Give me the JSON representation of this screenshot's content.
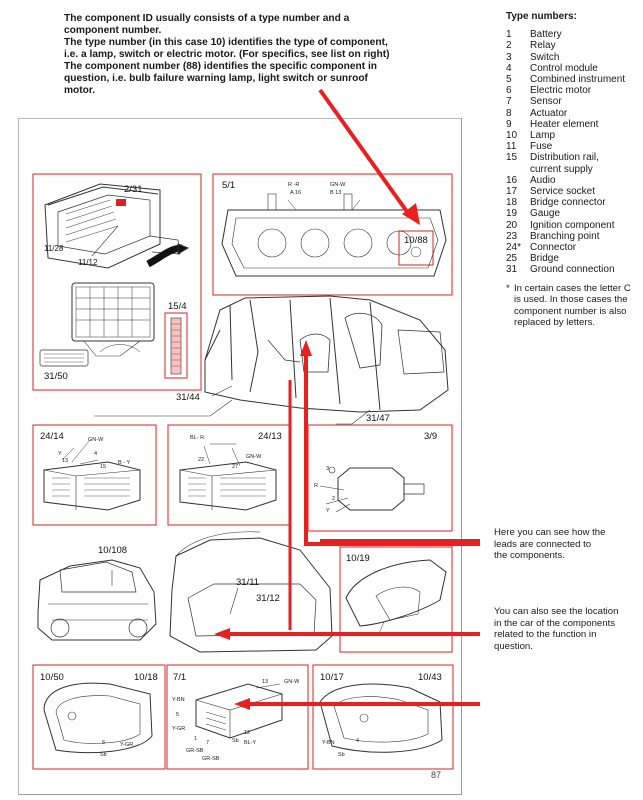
{
  "intro": [
    "The component ID usually consists of a type number and a component number.",
    "The type number (in this case 10) identifies the type of component,",
    "i.e. a lamp, switch or electric motor. (For specifics, see list on right)",
    "The component number (88) identifies the specific component in",
    "question, i.e. bulb failure warning lamp, light switch or sunroof motor."
  ],
  "type_numbers": {
    "title": "Type numbers:",
    "items": [
      {
        "num": "1",
        "label": "Battery"
      },
      {
        "num": "2",
        "label": "Relay"
      },
      {
        "num": "3",
        "label": "Switch"
      },
      {
        "num": "4",
        "label": "Control module"
      },
      {
        "num": "5",
        "label": "Combined instrument"
      },
      {
        "num": "6",
        "label": "Electric motor"
      },
      {
        "num": "7",
        "label": "Sensor"
      },
      {
        "num": "8",
        "label": "Actuator"
      },
      {
        "num": "9",
        "label": "Heater element"
      },
      {
        "num": "10",
        "label": "Lamp"
      },
      {
        "num": "11",
        "label": "Fuse"
      },
      {
        "num": "15",
        "label": "Distribution rail,"
      },
      {
        "num": "",
        "label": "current supply"
      },
      {
        "num": "16",
        "label": "Audio"
      },
      {
        "num": "17",
        "label": "Service socket"
      },
      {
        "num": "18",
        "label": "Bridge connector"
      },
      {
        "num": "19",
        "label": "Gauge"
      },
      {
        "num": "20",
        "label": "Ignition component"
      },
      {
        "num": "23",
        "label": "Branching point"
      },
      {
        "num": "24*",
        "label": "Connector"
      },
      {
        "num": "25",
        "label": "Bridge"
      },
      {
        "num": "31",
        "label": "Ground connection"
      }
    ],
    "note_mark": "*",
    "note_lines": [
      "In certain cases the letter C",
      "is used. In those cases the",
      "component number is also",
      "replaced by letters."
    ]
  },
  "side_notes": {
    "leads": [
      "Here you can see how the",
      "leads are connected to",
      "the components."
    ],
    "location": [
      "You can also see the location",
      "in the car of the components",
      "related to the function in",
      "question."
    ]
  },
  "labels": {
    "c2_31": "2/31",
    "c11_28": "11/28",
    "c11_12": "11/12",
    "c5_1": "5/1",
    "c10_88": "10/88",
    "c15_4": "15/4",
    "c31_50": "31/50",
    "c31_44": "31/44",
    "c31_47": "31/47",
    "c24_14": "24/14",
    "c24_13": "24/13",
    "c3_9": "3/9",
    "c10_108": "10/108",
    "c31_11": "31/11",
    "c31_12": "31/12",
    "c10_19": "10/19",
    "c10_50": "10/50",
    "c10_18": "10/18",
    "c7_1": "7/1",
    "c10_17": "10/17",
    "c10_43": "10/43",
    "page_number": "87"
  },
  "wires": {
    "gn_w": "GN-W",
    "y": "Y",
    "b_y": "B - Y",
    "bl_r": "BL- R",
    "sb": "Sb",
    "y_gr": "Y-GR",
    "y_bn": "Y-BN",
    "bl_y": "BL-Y",
    "gr_sb": "GR-SB",
    "r_r": "R -R",
    "r": "R",
    "n4": "4",
    "n13": "13",
    "n15": "15",
    "n22": "22",
    "n27": "27",
    "n3": "3",
    "n2": "2",
    "n6": "6",
    "n5": "5",
    "n1": "1",
    "n7": "7",
    "n12": "12",
    "a16": "A 16",
    "b13": "B 13"
  },
  "colors": {
    "arrow": "#e8201f",
    "line": "#333333",
    "frame": "#d43a3a"
  }
}
